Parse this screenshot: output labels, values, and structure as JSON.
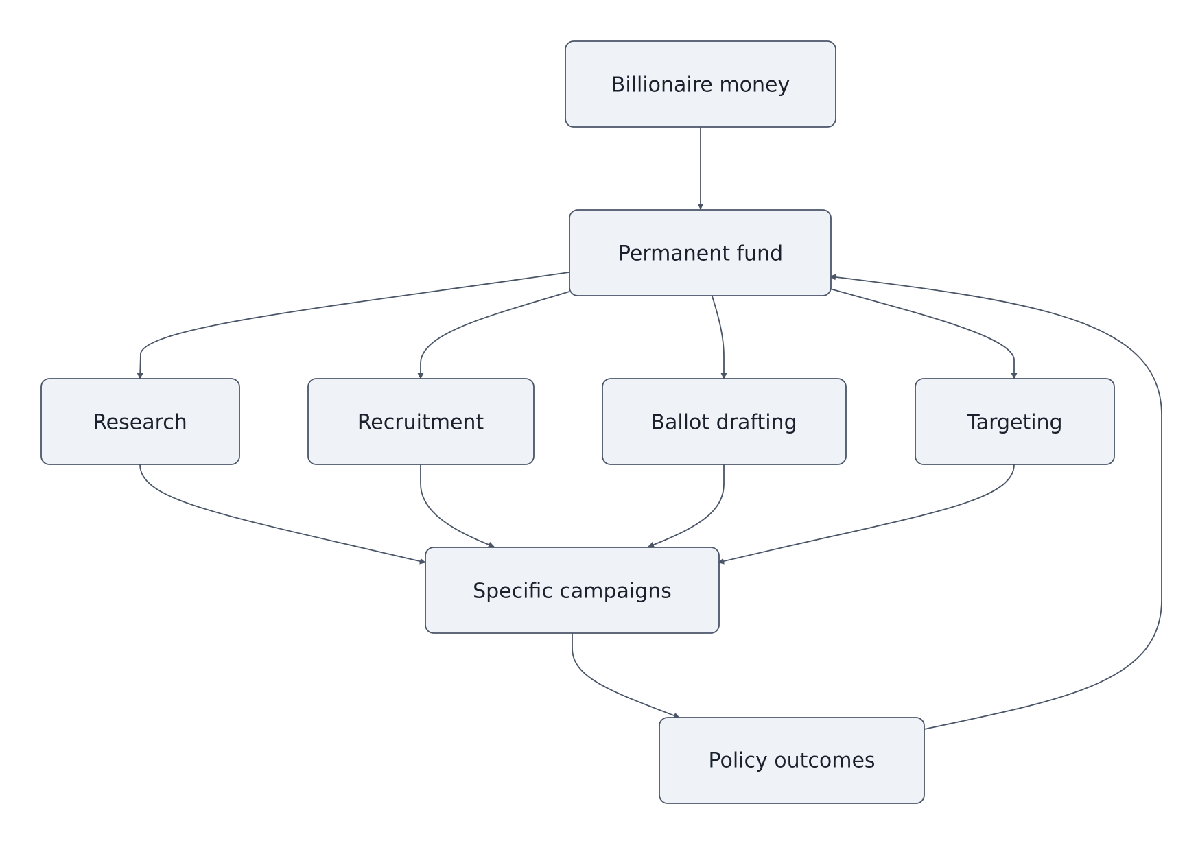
{
  "nodes": [
    {
      "id": "billionaire",
      "label": "Billionaire money"
    },
    {
      "id": "fund",
      "label": "Permanent fund"
    },
    {
      "id": "research",
      "label": "Research"
    },
    {
      "id": "recruitment",
      "label": "Recruitment"
    },
    {
      "id": "ballot",
      "label": "Ballot drafting"
    },
    {
      "id": "targeting",
      "label": "Targeting"
    },
    {
      "id": "campaigns",
      "label": "Specific campaigns"
    },
    {
      "id": "outcomes",
      "label": "Policy outcomes"
    }
  ],
  "edges": [
    {
      "from": "billionaire",
      "to": "fund"
    },
    {
      "from": "fund",
      "to": "research"
    },
    {
      "from": "fund",
      "to": "recruitment"
    },
    {
      "from": "fund",
      "to": "ballot"
    },
    {
      "from": "fund",
      "to": "targeting"
    },
    {
      "from": "research",
      "to": "campaigns"
    },
    {
      "from": "recruitment",
      "to": "campaigns"
    },
    {
      "from": "ballot",
      "to": "campaigns"
    },
    {
      "from": "targeting",
      "to": "campaigns"
    },
    {
      "from": "campaigns",
      "to": "outcomes"
    },
    {
      "from": "outcomes",
      "to": "fund"
    }
  ]
}
